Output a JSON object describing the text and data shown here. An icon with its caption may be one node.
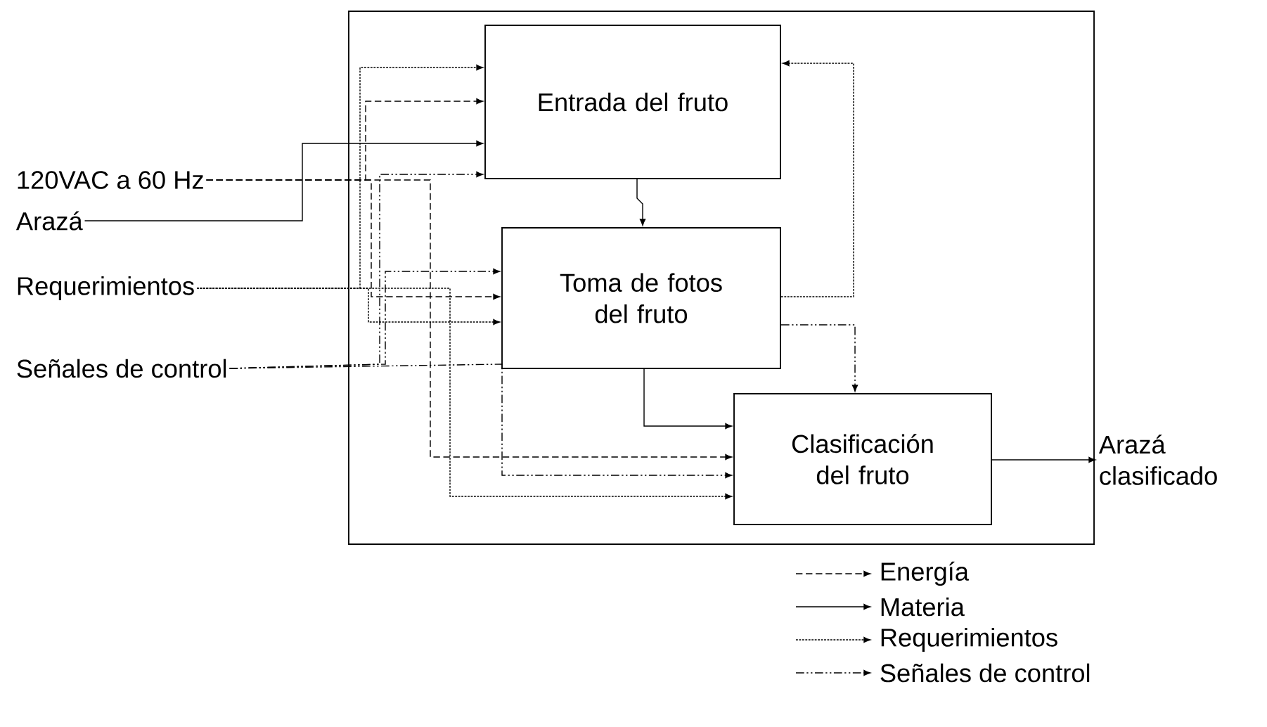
{
  "diagram": {
    "nodes": [
      {
        "text": [],
        "shape": "box"
      },
      {
        "text": [
          "Entrada del fruto"
        ],
        "in": 0
      },
      {
        "text": [
          "Toma de fotos del fruto"
        ],
        "in": 0
      },
      {
        "text": [
          "Clasificación del fruto"
        ],
        "in": 0
      },
      {
        "text": [
          "120VAC a 60 Hz"
        ]
      },
      {
        "text": [
          "Arazá"
        ]
      },
      {
        "text": [
          "Requerimientos"
        ]
      },
      {
        "text": [
          "Señales de control"
        ]
      },
      {
        "text": [
          "Arazá clasificado"
        ]
      }
    ],
    "edges": [
      {
        "from": 6,
        "to": 1,
        "arrow": "to",
        "style": "dashed"
      },
      {
        "from": 4,
        "to": 1,
        "arrow": "to",
        "style": "dashed"
      },
      {
        "from": 5,
        "to": 1,
        "arrow": "to"
      },
      {
        "from": 7,
        "to": 1,
        "arrow": "to",
        "style": "dashed"
      },
      {
        "from": 7,
        "to": 2,
        "arrow": "to",
        "style": "dashed"
      },
      {
        "from": 4,
        "to": 2,
        "arrow": "to",
        "style": "dashed"
      },
      {
        "from": 6,
        "to": 2,
        "arrow": "to",
        "style": "dashed"
      },
      {
        "from": 1,
        "to": 2,
        "arrow": "to"
      },
      {
        "from": 2,
        "to": 1,
        "arrow": "to",
        "style": "dashed"
      },
      {
        "from": 2,
        "to": 3,
        "arrow": "to",
        "style": "dashed"
      },
      {
        "from": 2,
        "to": 3,
        "arrow": "to"
      },
      {
        "from": 4,
        "to": 3,
        "arrow": "to",
        "style": "dashed"
      },
      {
        "from": 7,
        "to": 3,
        "arrow": "to",
        "style": "dashed"
      },
      {
        "from": 6,
        "to": 3,
        "arrow": "to",
        "style": "dashed"
      },
      {
        "from": 3,
        "to": 8,
        "arrow": "to"
      }
    ],
    "legend": [
      {
        "text": "Energía"
      },
      {
        "text": "Materia"
      },
      {
        "text": "Requerimientos"
      },
      {
        "text": "Señales de control"
      }
    ]
  }
}
